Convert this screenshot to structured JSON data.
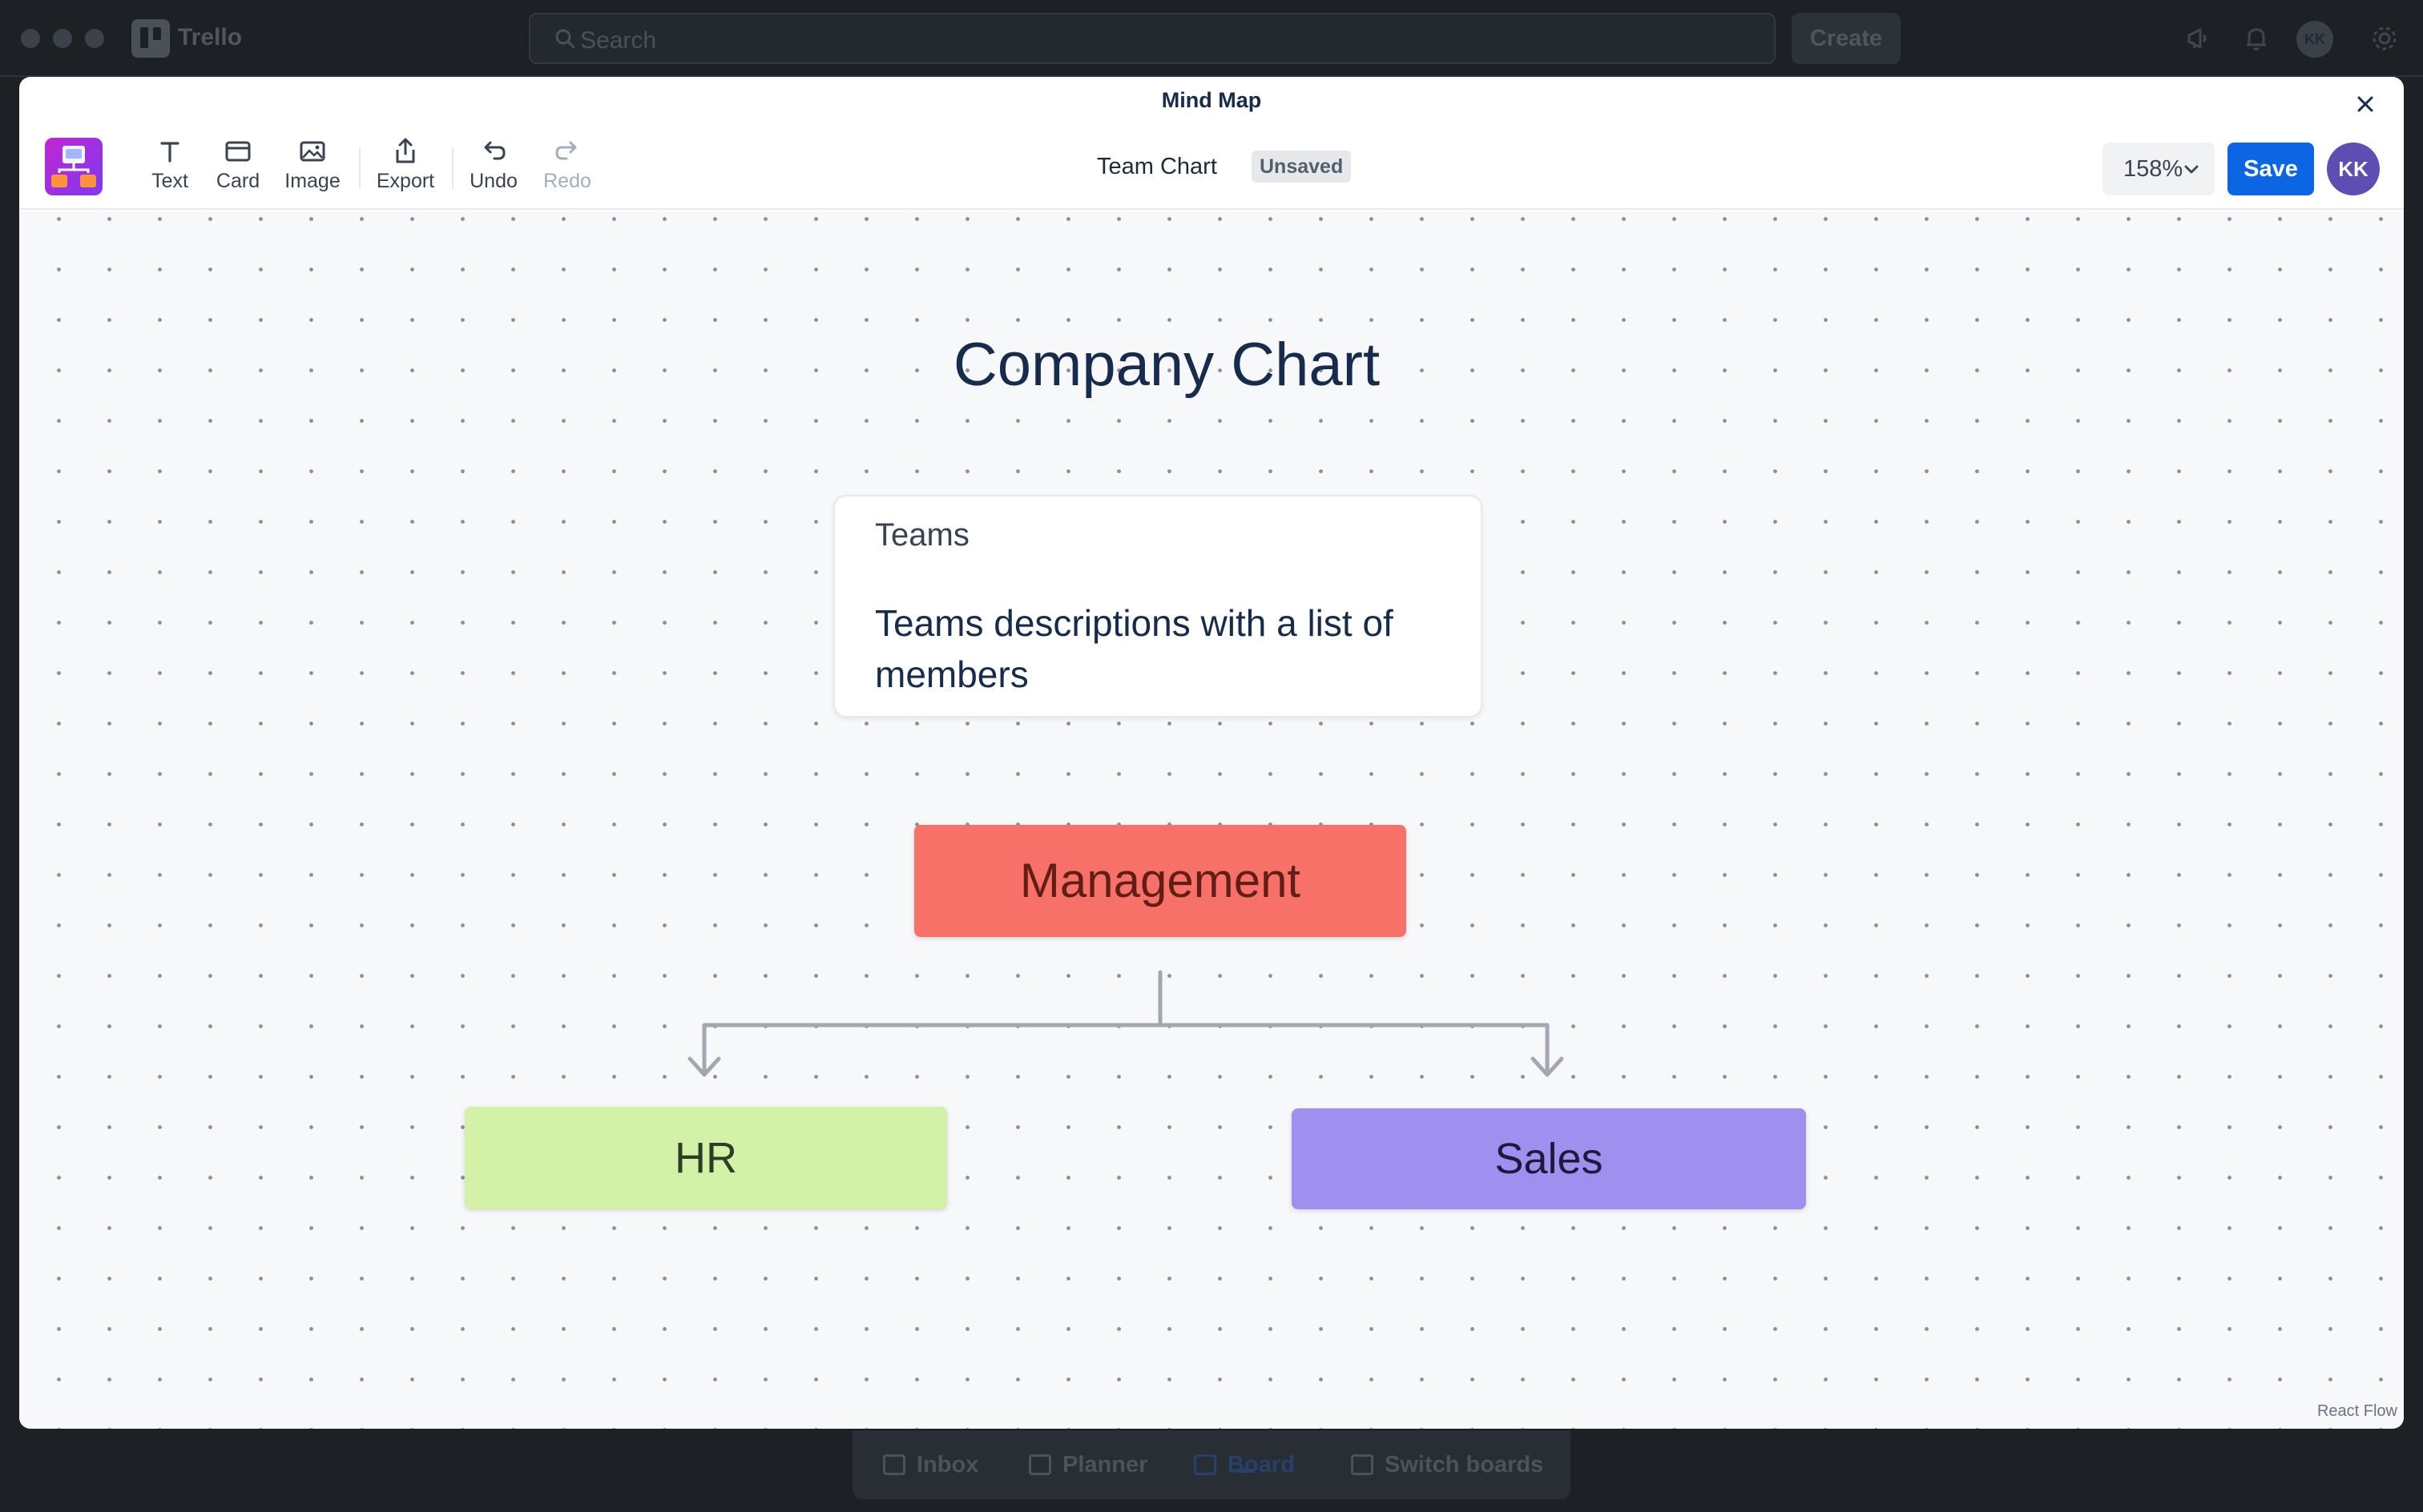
{
  "app": {
    "name": "Trello",
    "search_placeholder": "Search",
    "create_label": "Create",
    "avatar_initials": "KK"
  },
  "bottom_nav": {
    "items": [
      {
        "label": "Inbox",
        "icon": "inbox-icon"
      },
      {
        "label": "Planner",
        "icon": "calendar-icon"
      },
      {
        "label": "Board",
        "icon": "board-icon",
        "active": true
      },
      {
        "label": "Switch boards",
        "icon": "switch-boards-icon"
      }
    ]
  },
  "modal": {
    "title": "Mind Map",
    "toolbar": {
      "tools": [
        {
          "label": "Text",
          "icon": "text-icon"
        },
        {
          "label": "Card",
          "icon": "card-icon"
        },
        {
          "label": "Image",
          "icon": "image-icon"
        },
        {
          "label": "Export",
          "icon": "export-icon"
        },
        {
          "label": "Undo",
          "icon": "undo-icon"
        },
        {
          "label": "Redo",
          "icon": "redo-icon",
          "disabled": true
        }
      ],
      "document_title": "Team Chart",
      "status_badge": "Unsaved",
      "zoom_level": "158%",
      "save_label": "Save",
      "avatar_initials": "KK"
    },
    "canvas": {
      "title": "Company Chart",
      "note_card": {
        "title": "Teams",
        "body": "Teams descriptions with a list of members"
      },
      "nodes": {
        "management": {
          "label": "Management",
          "color": "#f87168"
        },
        "hr": {
          "label": "HR",
          "color": "#d3f1a7"
        },
        "sales": {
          "label": "Sales",
          "color": "#9f8fef"
        }
      },
      "edges": [
        {
          "from": "Management",
          "to": "HR"
        },
        {
          "from": "Management",
          "to": "Sales"
        }
      ],
      "attribution": "React Flow"
    }
  },
  "colors": {
    "primary": "#0c66e4",
    "avatar": "#5e4db2",
    "canvas_bg": "#f7f8fa"
  }
}
